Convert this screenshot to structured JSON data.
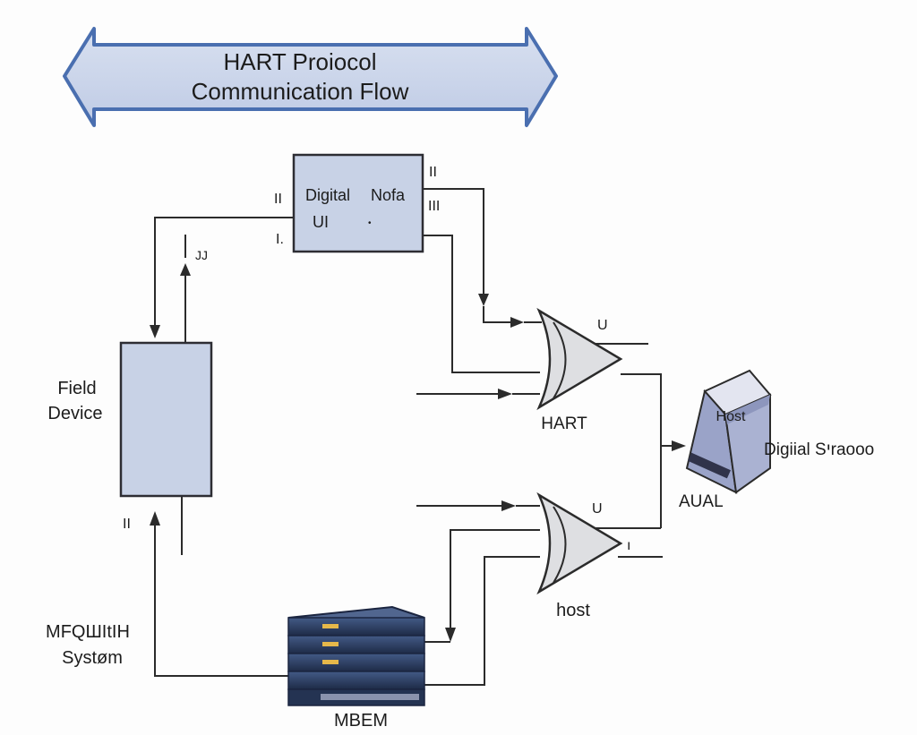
{
  "banner": {
    "title_line1": "HART Proiocol",
    "title_line2": "Communication Flow"
  },
  "digital_unit": {
    "label_a": "Digital",
    "label_b": "Nofa",
    "label_c": "UI",
    "label_d": "•",
    "pin_left_top": "II",
    "pin_left_bottom": "I.",
    "pin_right_top": "II",
    "pin_right_mid": "III"
  },
  "field_device": {
    "label_line1": "Field",
    "label_line2": "Device",
    "arrow_label_top": "JJ",
    "pin_bottom": "II"
  },
  "gate_top": {
    "label": "HART",
    "pin": "U"
  },
  "gate_bottom": {
    "label": "host",
    "pin": "U",
    "tick": "ı"
  },
  "host_block": {
    "label": "Host",
    "caption": "Digiial Sיraooo",
    "sub_caption": "AUAL"
  },
  "mesh_system": {
    "label_line1": "MFQШItIH",
    "label_line2": "Systøm",
    "device_label": "MBEM"
  },
  "colors": {
    "banner_fill": "#ccd6ea",
    "banner_stroke": "#4a6fb0",
    "box_fill": "#c8d2e6",
    "gate_fill": "#dedfe2",
    "host_front": "#9aa3c8",
    "server_body": "#2c3e63"
  },
  "icons": [
    "double-arrow-banner-shape",
    "and-gate-symbol",
    "host-device-icon",
    "server-stack-icon",
    "arrowhead-icon"
  ]
}
